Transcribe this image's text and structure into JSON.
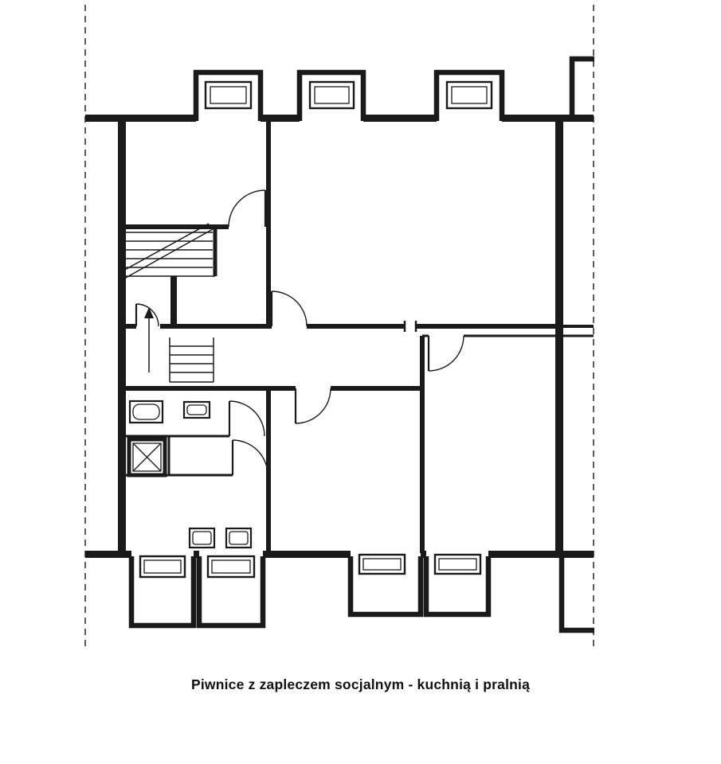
{
  "caption": "Piwnice z zapleczem socjalnym - kuchnią i pralnią",
  "colors": {
    "ink": "#1a1a1a",
    "paper": "#ffffff"
  },
  "icons": {
    "window": "double-rectangle",
    "door": "quarter-arc-swing",
    "stairs_direction": "up-arrow",
    "bathtub": "rounded-oval-in-rectangle",
    "sink": "rounded-rectangle",
    "shower_shaft": "crossed-box",
    "washer": "rounded-square"
  }
}
